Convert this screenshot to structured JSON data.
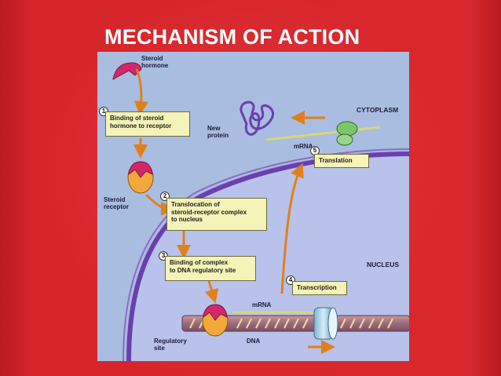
{
  "slide": {
    "title": "MECHANISM OF ACTION"
  },
  "diagram": {
    "labels": {
      "steroid_hormone": "Steroid\nhormone",
      "new_protein": "New\nprotein",
      "cytoplasm": "CYTOPLASM",
      "mrna_top": "mRNA",
      "steroid_receptor": "Steroid\nreceptor",
      "nucleus": "NUCLEUS",
      "mrna_bottom": "mRNA",
      "regulatory_site": "Regulatory\nsite",
      "dna": "DNA"
    },
    "steps": [
      {
        "number": "1",
        "text": "Binding of steroid\nhormone to receptor"
      },
      {
        "number": "2",
        "text": "Translocation of\nsteroid-receptor complex\nto nucleus"
      },
      {
        "number": "3",
        "text": "Binding of complex\nto DNA regulatory site"
      },
      {
        "number": "4",
        "text": "Transcription"
      },
      {
        "number": "5",
        "text": "Translation"
      }
    ],
    "colors": {
      "cytoplasm": "#a9bde0",
      "nucleus": "#b9c2ea",
      "nuclear_envelope": "#6b3fb0",
      "step_box": "#f5f3b8",
      "hormone": "#d2286a",
      "receptor": "#f2a93a",
      "arrow": "#e0801c"
    }
  }
}
